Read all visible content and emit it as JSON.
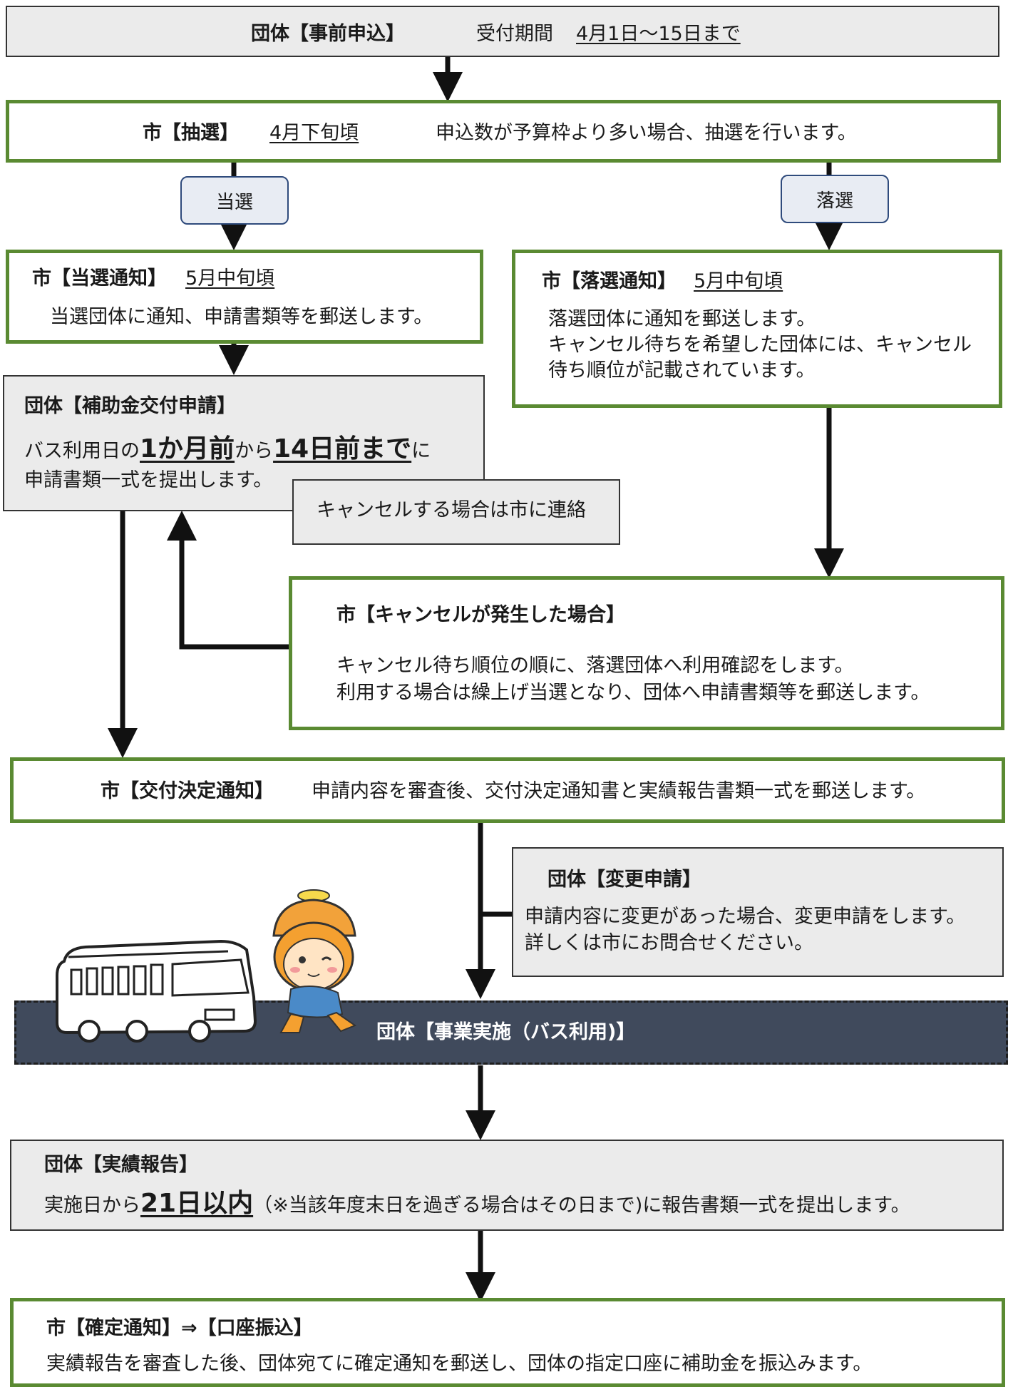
{
  "step1": {
    "title": "団体【事前申込】",
    "label": "受付期間",
    "period": "4月1日～15日まで"
  },
  "step2": {
    "title": "市【抽選】",
    "date": "4月下旬頃",
    "note": "申込数が予算枠より多い場合、抽選を行います。"
  },
  "won": "当選",
  "lost": "落選",
  "win_notice": {
    "title": "市【当選通知】",
    "date": "5月中旬頃",
    "body": "当選団体に通知、申請書類等を郵送します。"
  },
  "lose_notice": {
    "title": "市【落選通知】",
    "date": "5月中旬頃",
    "line1": "落選団体に通知を郵送します。",
    "line2": "キャンセル待ちを希望した団体には、キャンセル",
    "line3": "待ち順位が記載されています。"
  },
  "application": {
    "title": "団体【補助金交付申請】",
    "pre": "バス利用日の",
    "em1": "1か月前",
    "mid": "から",
    "em2": "14日前まで",
    "post": "に",
    "line2": "申請書類一式を提出します。"
  },
  "cancel_contact": "キャンセルする場合は市に連絡",
  "cancel_case": {
    "title": "市【キャンセルが発生した場合】",
    "line1": "キャンセル待ち順位の順に、落選団体へ利用確認をします。",
    "line2": "利用する場合は繰上げ当選となり、団体へ申請書類等を郵送します。"
  },
  "decision": {
    "title": "市【交付決定通知】",
    "body": "申請内容を審査後、交付決定通知書と実績報告書類一式を郵送します。"
  },
  "change": {
    "title": "団体【変更申請】",
    "line1": "申請内容に変更があった場合、変更申請をします。",
    "line2": "詳しくは市にお問合せください。"
  },
  "implementation": "団体【事業実施（バス利用)】",
  "report": {
    "title": "団体【実績報告】",
    "pre": "実施日から",
    "em": "21日以内",
    "post": "（※当該年度末日を過ぎる場合はその日まで)に報告書類一式を提出します。"
  },
  "final": {
    "title": "市【確定通知】⇒【口座振込】",
    "body": "実績報告を審査した後、団体宛てに確定通知を郵送し、団体の指定口座に補助金を振込みます。"
  },
  "colors": {
    "green_border": "#5a8a32",
    "gray_fill": "#ebebeb",
    "dark_band": "#404a5c",
    "pill_border": "#2f4b7c"
  },
  "icons": [
    "bus-illustration",
    "mascot-character"
  ]
}
